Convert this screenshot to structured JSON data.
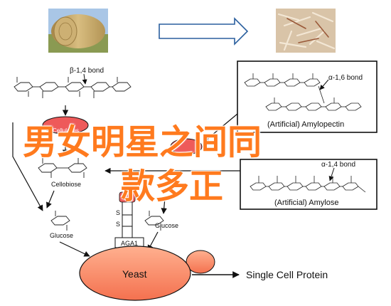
{
  "labels": {
    "beta_bond": "β-1,4 bond",
    "alpha16_bond": "α-1,6 bond",
    "alpha14_bond": "α-1,4 bond",
    "cellulases": "Cellulases",
    "cellobiose": "Cellobiose",
    "glucose_left": "Glucose",
    "glucose_center": "Glucose",
    "aga1": "AGA1",
    "yeast": "Yeast",
    "single_cell_protein": "Single Cell Protein",
    "amylopectin": "(Artificial) Amylopectin",
    "amylose": "(Artificial) Amylose",
    "s1": "S",
    "s2": "S"
  },
  "overlay": {
    "line1": "男女明星之间同",
    "line2": "款多正"
  },
  "colors": {
    "overlay": "#ff7a1e",
    "yeast_fill": "#ff8a66",
    "enzyme_fill": "#ee5a5a",
    "hay": "#c9a86a",
    "sky": "#9ec2e6"
  }
}
